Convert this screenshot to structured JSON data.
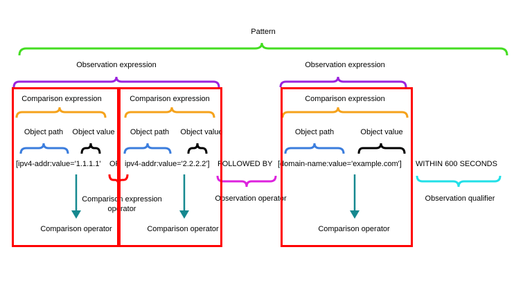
{
  "pattern_label": "Pattern",
  "observation_expression_label": "Observation expression",
  "comparison_expression_label": "Comparison expression",
  "object_path_label": "Object path",
  "object_value_label": "Object value",
  "expression": {
    "part1": "[ipv4-addr:value='1.1.1.1'",
    "or": "OR",
    "part2": "ipv4-addr:value='2.2.2.2']",
    "followed_by": "FOLLOWED BY",
    "part3": "[domain-name:value='example.com']",
    "within": "WITHIN 600 SECONDS"
  },
  "comparison_expression_operator_label": "Comparison expression operator",
  "observation_operator_label": "Observation operator",
  "observation_qualifier_label": "Observation qualifier",
  "comparison_operator_label": "Comparison operator",
  "colors": {
    "pattern": "#44dd22",
    "observation_expression": "#9b22dd",
    "comparison_expression": "#f5a21b",
    "object_path": "#3b7ddd",
    "object_value": "#000000",
    "comparison_expression_operator": "#ff0000",
    "observation_operator": "#dd22dd",
    "observation_qualifier": "#22e0e8",
    "arrow": "#15888f",
    "frame": "#ff0000"
  }
}
